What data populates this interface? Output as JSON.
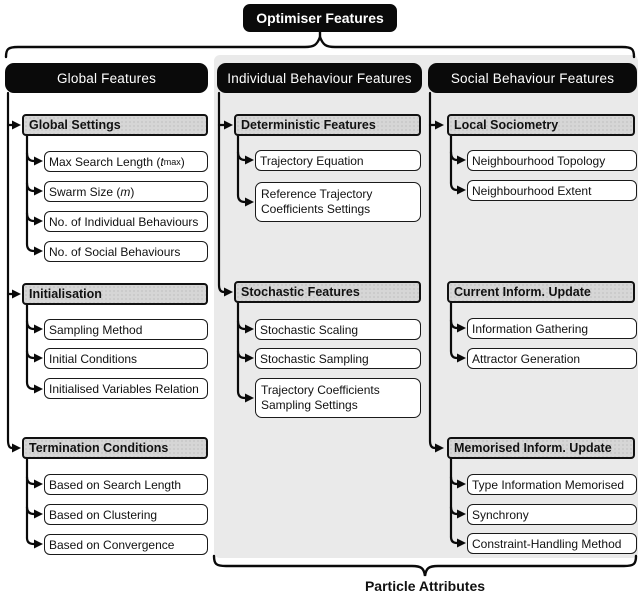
{
  "root": {
    "label": "Optimiser Features"
  },
  "bottom": {
    "label": "Particle Attributes"
  },
  "colors": {
    "black_box": "#0a0a0a",
    "panel_gray": "#eaeaea",
    "section_header_gray": "#d6d6d6",
    "item_white": "#ffffff",
    "border": "#1a1a1a"
  },
  "columns": [
    {
      "title": "Global Features",
      "sections": [
        {
          "header": "Global Settings",
          "items": [
            {
              "pre": "Max Search Length (",
              "var": "t",
              "sub": "max",
              "post": ")"
            },
            {
              "pre": "Swarm Size (",
              "var": "m",
              "sub": "",
              "post": ")"
            },
            {
              "text": "No. of Individual Behaviours"
            },
            {
              "text": "No. of Social Behaviours"
            }
          ]
        },
        {
          "header": "Initialisation",
          "items": [
            {
              "text": "Sampling Method"
            },
            {
              "text": "Initial Conditions"
            },
            {
              "text": "Initialised Variables Relation"
            }
          ]
        },
        {
          "header": "Termination Conditions",
          "items": [
            {
              "text": "Based on Search Length"
            },
            {
              "text": "Based on Clustering"
            },
            {
              "text": "Based on Convergence"
            }
          ]
        }
      ]
    },
    {
      "title": "Individual Behaviour Features",
      "sections": [
        {
          "header": "Deterministic Features",
          "items": [
            {
              "text": "Trajectory Equation"
            },
            {
              "text": "Reference Trajectory Coefficients Settings"
            }
          ]
        },
        {
          "header": "Stochastic Features",
          "items": [
            {
              "text": "Stochastic Scaling"
            },
            {
              "text": "Stochastic Sampling"
            },
            {
              "text": "Trajectory Coefficients Sampling Settings"
            }
          ]
        }
      ]
    },
    {
      "title": "Social Behaviour Features",
      "sections": [
        {
          "header": "Local Sociometry",
          "items": [
            {
              "text": "Neighbourhood Topology"
            },
            {
              "text": "Neighbourhood Extent"
            }
          ]
        },
        {
          "header": "Current Inform. Update",
          "items": [
            {
              "text": "Information Gathering"
            },
            {
              "text": "Attractor Generation"
            }
          ]
        },
        {
          "header": "Memorised Inform. Update",
          "items": [
            {
              "text": "Type Information Memorised"
            },
            {
              "text": "Synchrony"
            },
            {
              "text": "Constraint-Handling Method"
            }
          ]
        }
      ]
    }
  ]
}
